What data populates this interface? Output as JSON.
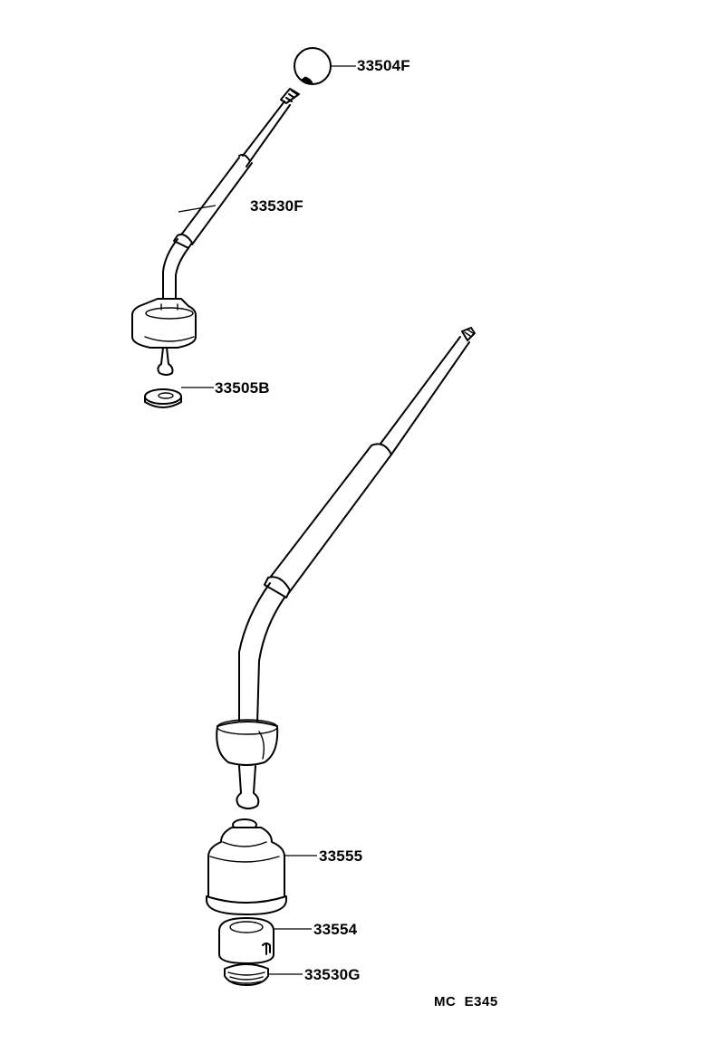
{
  "diagram": {
    "type": "exploded-parts-diagram",
    "subject": "shift lever assembly",
    "parts": [
      {
        "id": "knob",
        "number": "33504F"
      },
      {
        "id": "lever-small",
        "number": "33530F"
      },
      {
        "id": "bushing",
        "number": "33505B"
      },
      {
        "id": "boot",
        "number": "33555"
      },
      {
        "id": "retainer",
        "number": "33554"
      },
      {
        "id": "seat",
        "number": "33530G"
      }
    ],
    "drawing_code": "MC  E345"
  }
}
